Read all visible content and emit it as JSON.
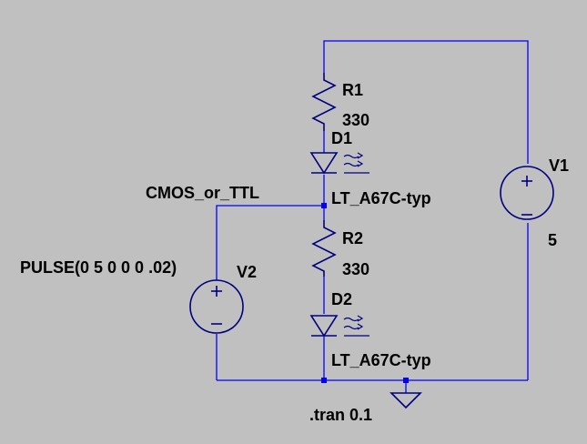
{
  "schematic": {
    "background_color": "#c0c0c0",
    "wire_color": "#0000ff",
    "component_color": "#000080",
    "components": {
      "r1": {
        "ref": "R1",
        "value": "330"
      },
      "d1": {
        "ref": "D1",
        "value": "LT_A67C-typ"
      },
      "r2": {
        "ref": "R2",
        "value": "330"
      },
      "d2": {
        "ref": "D2",
        "value": "LT_A67C-typ"
      },
      "v1": {
        "ref": "V1",
        "value": "5"
      },
      "v2": {
        "ref": "V2",
        "value": "PULSE(0 5 0 0 0 .02)"
      }
    },
    "net_label": "CMOS_or_TTL",
    "directive": ".tran 0.1",
    "ground_icon": "ground-icon"
  }
}
